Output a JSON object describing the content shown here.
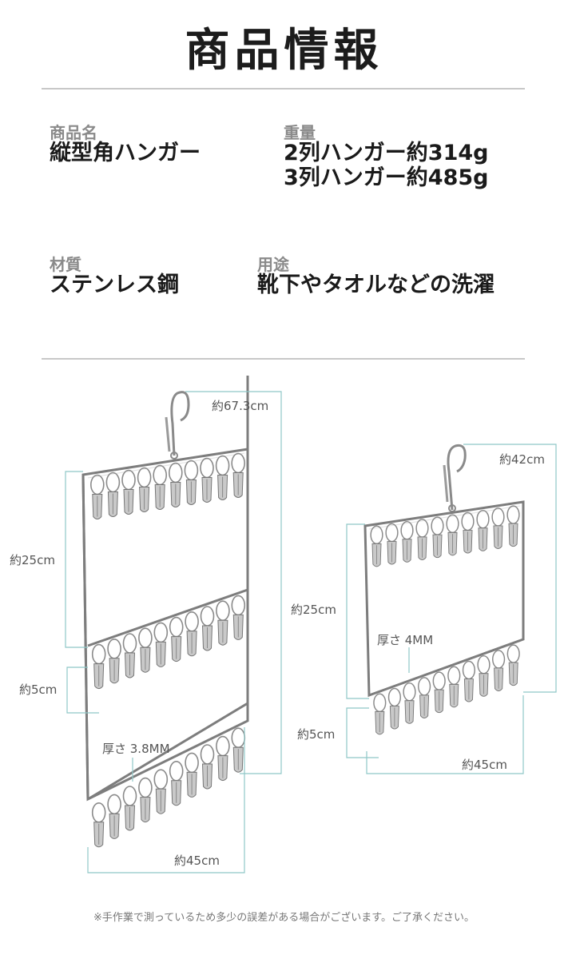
{
  "title": "商品情報",
  "specs": {
    "name": {
      "label": "商品名",
      "value": "縦型角ハンガー"
    },
    "weight": {
      "label": "重量",
      "lines": [
        "2列ハンガー約314g",
        "3列ハンガー約485g"
      ]
    },
    "material": {
      "label": "材質",
      "value": "ステンレス鋼"
    },
    "usage": {
      "label": "用途",
      "value": "靴下やタオルなどの洗濯"
    }
  },
  "diagram": {
    "left": {
      "height": "約67.3cm",
      "section": "約25cm",
      "clip": "約5cm",
      "thickness": "厚さ 3.8MM",
      "width": "約45cm"
    },
    "right": {
      "height": "約42cm",
      "section": "約25cm",
      "thickness": "厚さ 4MM",
      "clip": "約5cm",
      "width": "約45cm"
    }
  },
  "note": "※手作業で測っているため多少の誤差がある場合がございます。ご了承ください。"
}
